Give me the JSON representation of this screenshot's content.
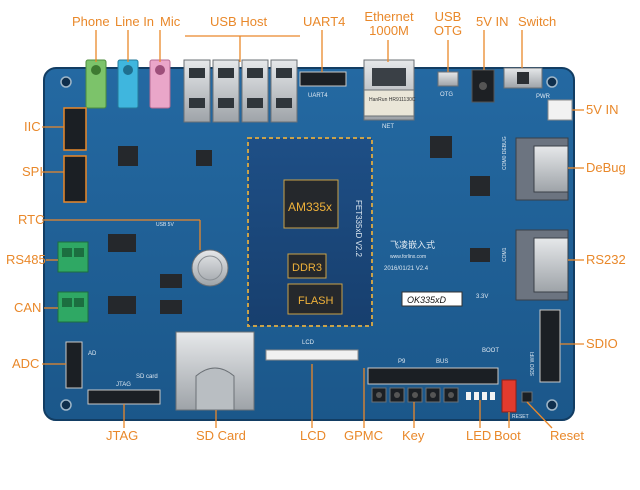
{
  "colors": {
    "callout": "#e9882a",
    "board": "#1d5f93",
    "board_dark": "#143f66",
    "silkscreen": "#dfe9f2",
    "gold": "#c9a24a"
  },
  "labels": {
    "phone": "Phone",
    "line_in": "Line In",
    "mic": "Mic",
    "usb_host": "USB Host",
    "uart4": "UART4",
    "ethernet": "Ethernet",
    "ethernet_sub": "1000M",
    "usb_otg_1": "USB",
    "usb_otg_2": "OTG",
    "in_5v_top": "5V IN",
    "switch": "Switch",
    "in_5v_right": "5V IN",
    "iic": "IIC",
    "spi": "SPI",
    "rtc": "RTC",
    "rs485": "RS485",
    "can": "CAN",
    "adc": "ADC",
    "debug": "DeBug",
    "rs232": "RS232",
    "sdio": "SDIO",
    "jtag": "JTAG",
    "sd_card": "SD Card",
    "lcd": "LCD",
    "gpmc": "GPMC",
    "key": "Key",
    "led": "LED",
    "boot": "Boot",
    "reset": "Reset"
  },
  "board_text": {
    "module_name": "FET335xD V2.2",
    "module_date": "2016/01/21",
    "module_date2": "2016/01/21  V2.4",
    "board_name": "OK335xD",
    "cpu": "AM335x",
    "ddr": "DDR3",
    "flash": "FLASH",
    "brand": "飞凌嵌入式",
    "brand_url": "www.forlinx.com",
    "net": "NET",
    "otg": "OTG",
    "pwr": "PWR",
    "uart4_silk": "UART4",
    "usb5v": "USB 5V",
    "lcd_silk": "LCD",
    "sdcard_silk": "SD card",
    "jtag_silk": "JTAG",
    "bus": "BUS",
    "boot_silk": "BOOT",
    "reset_silk": "RESET",
    "com0": "COM0 DEBUG",
    "com1": "COM1",
    "v33": "3.3V",
    "magnetics": "HanRun HR911130C",
    "p9": "P9",
    "ad": "AD",
    "sdio_silk": "SDIO WIFI"
  }
}
